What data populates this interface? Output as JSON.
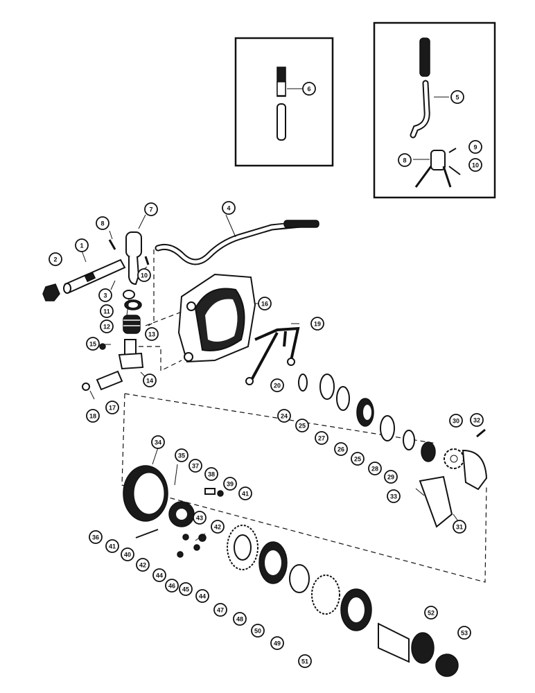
{
  "callouts": [
    {
      "id": "c6a",
      "label": "6"
    },
    {
      "id": "c5",
      "label": "5"
    },
    {
      "id": "c9b",
      "label": "9"
    },
    {
      "id": "c8b",
      "label": "8"
    },
    {
      "id": "c10b",
      "label": "10"
    },
    {
      "id": "c8",
      "label": "8"
    },
    {
      "id": "c7",
      "label": "7"
    },
    {
      "id": "c4",
      "label": "4"
    },
    {
      "id": "c1",
      "label": "1"
    },
    {
      "id": "c2",
      "label": "2"
    },
    {
      "id": "c3",
      "label": "3"
    },
    {
      "id": "c10",
      "label": "10"
    },
    {
      "id": "c11",
      "label": "11"
    },
    {
      "id": "c12",
      "label": "12"
    },
    {
      "id": "c13",
      "label": "13"
    },
    {
      "id": "c16",
      "label": "16"
    },
    {
      "id": "c19",
      "label": "19"
    },
    {
      "id": "c15",
      "label": "15"
    },
    {
      "id": "c14",
      "label": "14"
    },
    {
      "id": "c20",
      "label": "20"
    },
    {
      "id": "c17",
      "label": "17"
    },
    {
      "id": "c18",
      "label": "18"
    },
    {
      "id": "c24",
      "label": "24"
    },
    {
      "id": "c25a",
      "label": "25"
    },
    {
      "id": "c27",
      "label": "27"
    },
    {
      "id": "c26",
      "label": "26"
    },
    {
      "id": "c25b",
      "label": "25"
    },
    {
      "id": "c28",
      "label": "28"
    },
    {
      "id": "c29",
      "label": "29"
    },
    {
      "id": "c30",
      "label": "30"
    },
    {
      "id": "c32",
      "label": "32"
    },
    {
      "id": "c33",
      "label": "33"
    },
    {
      "id": "c31",
      "label": "31"
    },
    {
      "id": "c34",
      "label": "34"
    },
    {
      "id": "c35",
      "label": "35"
    },
    {
      "id": "c37",
      "label": "37"
    },
    {
      "id": "c38",
      "label": "38"
    },
    {
      "id": "c39",
      "label": "39"
    },
    {
      "id": "c41a",
      "label": "41"
    },
    {
      "id": "c36",
      "label": "36"
    },
    {
      "id": "c43",
      "label": "43"
    },
    {
      "id": "c42a",
      "label": "42"
    },
    {
      "id": "c41b",
      "label": "41"
    },
    {
      "id": "c40",
      "label": "40"
    },
    {
      "id": "c42b",
      "label": "42"
    },
    {
      "id": "c44a",
      "label": "44"
    },
    {
      "id": "c46",
      "label": "46"
    },
    {
      "id": "c45",
      "label": "45"
    },
    {
      "id": "c44b",
      "label": "44"
    },
    {
      "id": "c47",
      "label": "47"
    },
    {
      "id": "c48",
      "label": "48"
    },
    {
      "id": "c50",
      "label": "50"
    },
    {
      "id": "c49",
      "label": "49"
    },
    {
      "id": "c51",
      "label": "51"
    },
    {
      "id": "c52",
      "label": "52"
    },
    {
      "id": "c53",
      "label": "53"
    }
  ]
}
